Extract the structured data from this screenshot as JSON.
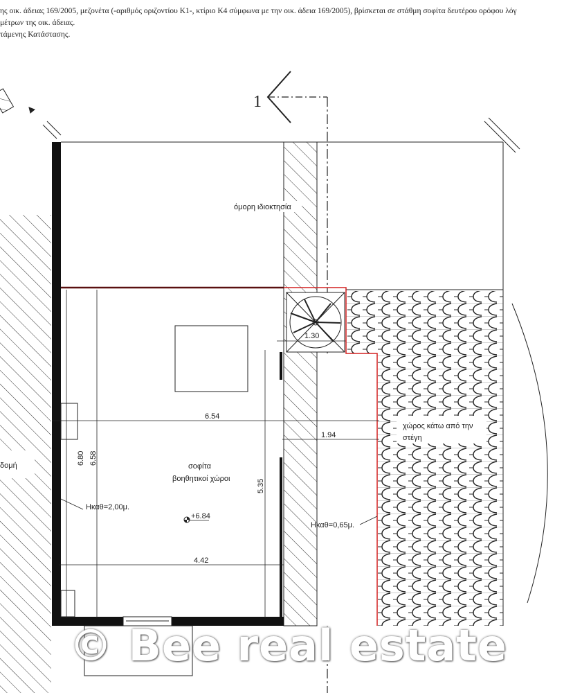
{
  "header_text": {
    "line1": "ης οικ. άδειας 169/2005, μεζονέτα (-αριθμός οριζοντίου Κ1-, κτίριο Κ4 σύμφωνα με την οικ. άδεια 169/2005), βρίσκεται σε στάθμη σοφίτα δευτέρου ορόφου λόγ",
    "line2": "μέτρων της οικ. άδειας.",
    "line3": "τάμενης Κατάστασης."
  },
  "plan": {
    "section_marker": "1",
    "neighbor_label": "όμορη ιδιοκτησία",
    "room_name": "σοφίτα",
    "room_use": "βοηθητικοί χώροι",
    "under_roof_line1": "χώρος κάτω από την",
    "under_roof_line2": "στέγη",
    "left_label": "δομή",
    "height_left": "Hκαθ=2,00μ.",
    "height_right": "Hκαθ=0,65μ.",
    "level": "+6.84",
    "dimensions": {
      "d_654": "6.54",
      "d_194": "1.94",
      "d_442": "4.42",
      "d_680": "6.80",
      "d_658": "6.58",
      "d_535": "5.35",
      "d_130": "1.30"
    }
  },
  "watermark": "© Bee real estate",
  "colors": {
    "boundary": "#d42020",
    "line": "#222222"
  }
}
